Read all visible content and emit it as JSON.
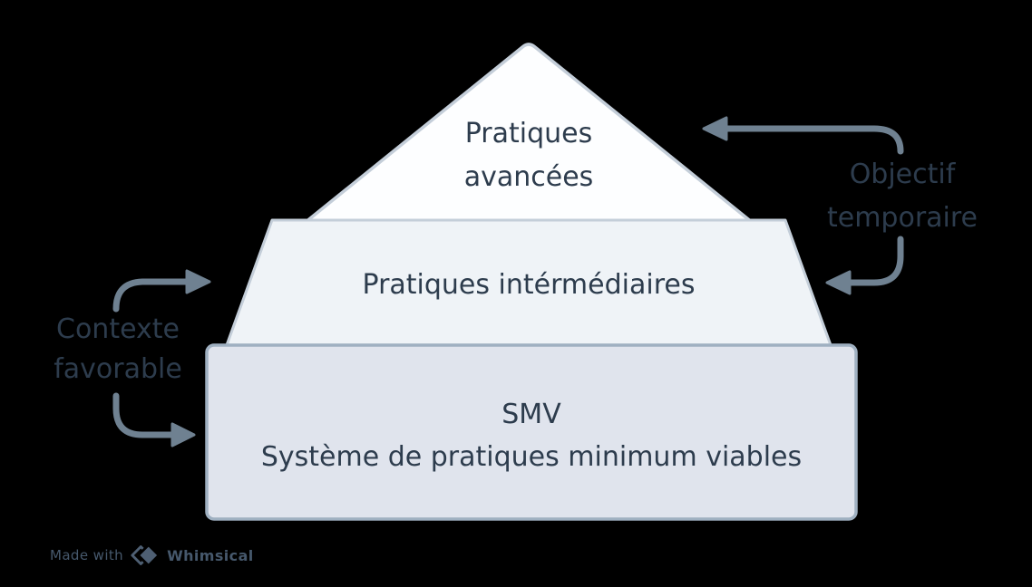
{
  "pyramid": {
    "top": {
      "line1": "Pratiques",
      "line2": "avancées",
      "fill": "#fdfeff",
      "stroke": "#c4ced9"
    },
    "middle": {
      "label": "Pratiques intérmédiaires",
      "fill": "#eff3f7",
      "stroke": "#c4ced9"
    },
    "bottom": {
      "line1": "SMV",
      "line2": "Système de pratiques minimum viables",
      "fill": "#e0e4ed",
      "stroke": "#9fb0c1"
    }
  },
  "annotations": {
    "left": {
      "line1": "Contexte",
      "line2": "favorable",
      "points_to": [
        "middle",
        "bottom"
      ]
    },
    "right": {
      "line1": "Objectif",
      "line2": "temporaire",
      "points_to": [
        "top",
        "middle"
      ]
    }
  },
  "watermark": {
    "made_with": "Made with",
    "brand": "Whimsical"
  },
  "colors": {
    "background": "#000000",
    "text": "#2d3c4d",
    "arrow": "#6f8191",
    "watermark_text": "#46586c",
    "watermark_logo": "#4e5f73"
  }
}
